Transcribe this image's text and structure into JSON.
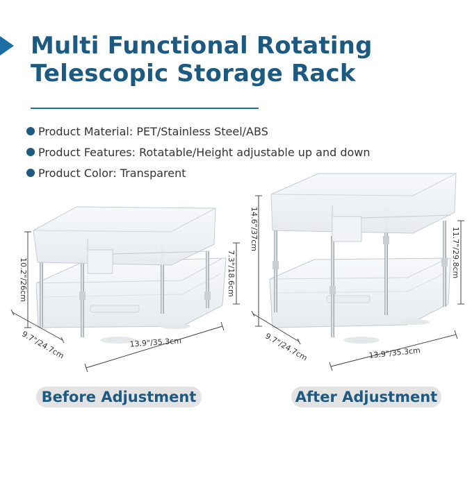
{
  "header": {
    "title_line1": "Multi Functional Rotating",
    "title_line2": "Telescopic Storage Rack"
  },
  "features": [
    "Product Material: PET/Stainless Steel/ABS",
    "Product Features: Rotatable/Height adjustable up and down",
    "Product Color: Transparent"
  ],
  "before": {
    "label": "Before Adjustment",
    "height": "10.2\"/26cm",
    "shelf_height": "7.3\"/18.6cm",
    "depth": "9.7\"/24.7cm",
    "width": "13.9\"/35.3cm"
  },
  "after": {
    "label": "After Adjustment",
    "height": "14.6\"/37cm",
    "shelf_height": "11.7\"/29.8cm",
    "depth": "9.7\"/24.7cm",
    "width": "13.9\"/35.3cm"
  },
  "colors": {
    "brand_blue": "#1c5a82",
    "accent_blue": "#1c6ea4",
    "pill_gray": "#e3e3e3"
  }
}
